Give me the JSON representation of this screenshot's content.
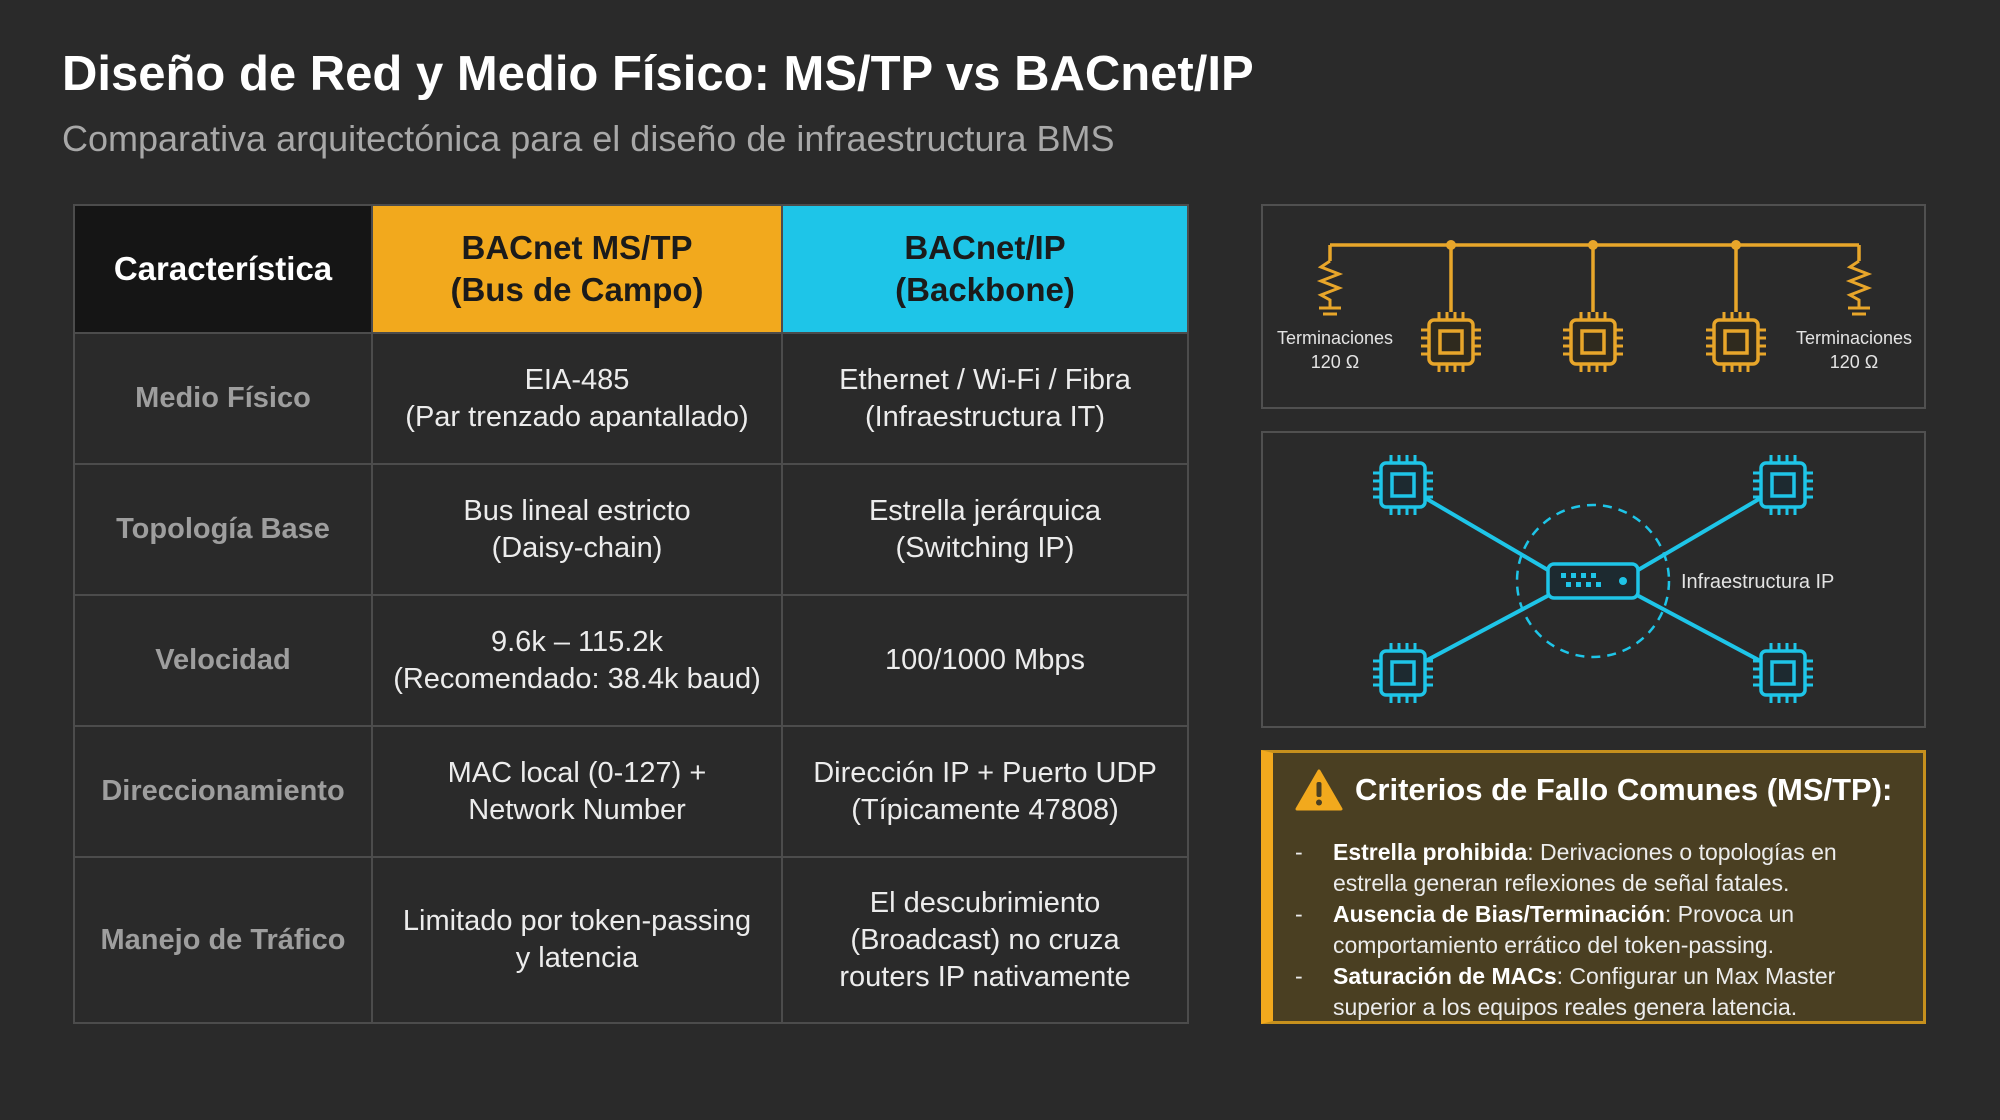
{
  "header": {
    "title": "Diseño de Red y Medio Físico: MS/TP vs BACnet/IP",
    "subtitle": "Comparativa arquitectónica para el diseño de infraestructura BMS"
  },
  "table": {
    "columns": [
      {
        "line1": "Característica",
        "line2": ""
      },
      {
        "line1": "BACnet MS/TP",
        "line2": "(Bus de Campo)"
      },
      {
        "line1": "BACnet/IP",
        "line2": "(Backbone)"
      }
    ],
    "rows": [
      {
        "label": "Medio Físico",
        "mstp": [
          "EIA-485",
          "(Par trenzado apantallado)"
        ],
        "ip": [
          "Ethernet / Wi-Fi / Fibra",
          "(Infraestructura IT)"
        ]
      },
      {
        "label": "Topología Base",
        "mstp": [
          "Bus lineal estricto",
          "(Daisy-chain)"
        ],
        "ip": [
          "Estrella jerárquica",
          "(Switching IP)"
        ]
      },
      {
        "label": "Velocidad",
        "mstp": [
          "9.6k – 115.2k",
          "(Recomendado: 38.4k baud)"
        ],
        "ip": [
          "100/1000 Mbps",
          ""
        ]
      },
      {
        "label": "Direccionamiento",
        "mstp": [
          "MAC local (0-127) +",
          "Network Number"
        ],
        "ip": [
          "Dirección IP + Puerto UDP",
          "(Típicamente 47808)"
        ]
      },
      {
        "label": "Manejo de Tráfico",
        "mstp": [
          "Limitado por token-passing",
          "y latencia"
        ],
        "ip": [
          "El descubrimiento",
          "(Broadcast) no cruza",
          "routers IP nativamente"
        ]
      }
    ]
  },
  "bus_diagram": {
    "left_label": [
      "Terminaciones",
      "120 Ω"
    ],
    "right_label": [
      "Terminaciones",
      "120 Ω"
    ],
    "icons": [
      "resistor-icon",
      "chip-icon",
      "chip-icon",
      "chip-icon",
      "resistor-icon"
    ]
  },
  "star_diagram": {
    "label": "Infraestructura IP",
    "icons": [
      "switch-icon",
      "chip-icon",
      "chip-icon",
      "chip-icon",
      "chip-icon"
    ]
  },
  "warning": {
    "icon": "warning-triangle-icon",
    "title": "Criterios de Fallo Comunes (MS/TP):",
    "items": [
      {
        "bold": "Estrella prohibida",
        "text": ": Derivaciones o topologías en estrella generan reflexiones de señal fatales."
      },
      {
        "bold": "Ausencia de Bias/Terminación",
        "text": ": Provoca un comportamiento errático del token-passing."
      },
      {
        "bold": "Saturación de MACs",
        "text": ": Configurar un Max Master superior a los equipos reales genera latencia."
      }
    ]
  },
  "colors": {
    "background": "#2a2a2a",
    "mstp_accent": "#f2a91d",
    "ip_accent": "#1ec5e8",
    "warning_bg": "#4a3f22"
  }
}
